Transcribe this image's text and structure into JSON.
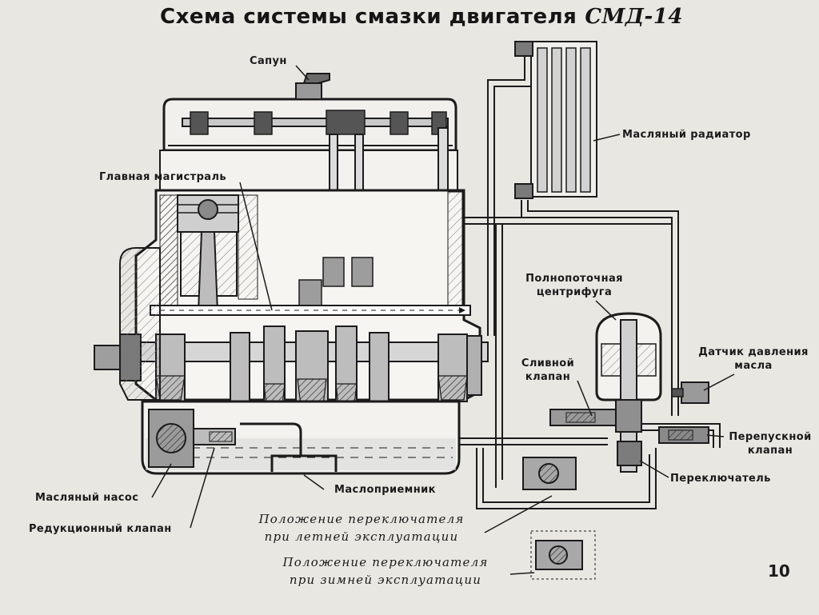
{
  "title": {
    "main": "Схема системы смазки двигателя",
    "model": "СМД-14"
  },
  "labels": {
    "breather": "Сапун",
    "oil_radiator": "Масляный радиатор",
    "main_gallery": "Главная магистраль",
    "centrifuge_line1": "Полнопоточная",
    "centrifuge_line2": "центрифуга",
    "drain_valve_line1": "Сливной",
    "drain_valve_line2": "клапан",
    "pressure_sensor_line1": "Датчик давления",
    "pressure_sensor_line2": "масла",
    "bypass_valve_line1": "Перепускной",
    "bypass_valve_line2": "клапан",
    "switch": "Переключатель",
    "oil_intake": "Маслоприемник",
    "oil_pump": "Масляный насос",
    "reduction_valve": "Редукционный клапан"
  },
  "notes": {
    "summer_line1": "Положение переключателя",
    "summer_line2": "при летней эксплуатации",
    "winter_line1": "Положение переключателя",
    "winter_line2": "при зимней эксплуатации"
  },
  "page_number": "10",
  "colors": {
    "paper": "#e9e7e2",
    "ink": "#1b1b1b",
    "oil": "#d8d8d8"
  }
}
